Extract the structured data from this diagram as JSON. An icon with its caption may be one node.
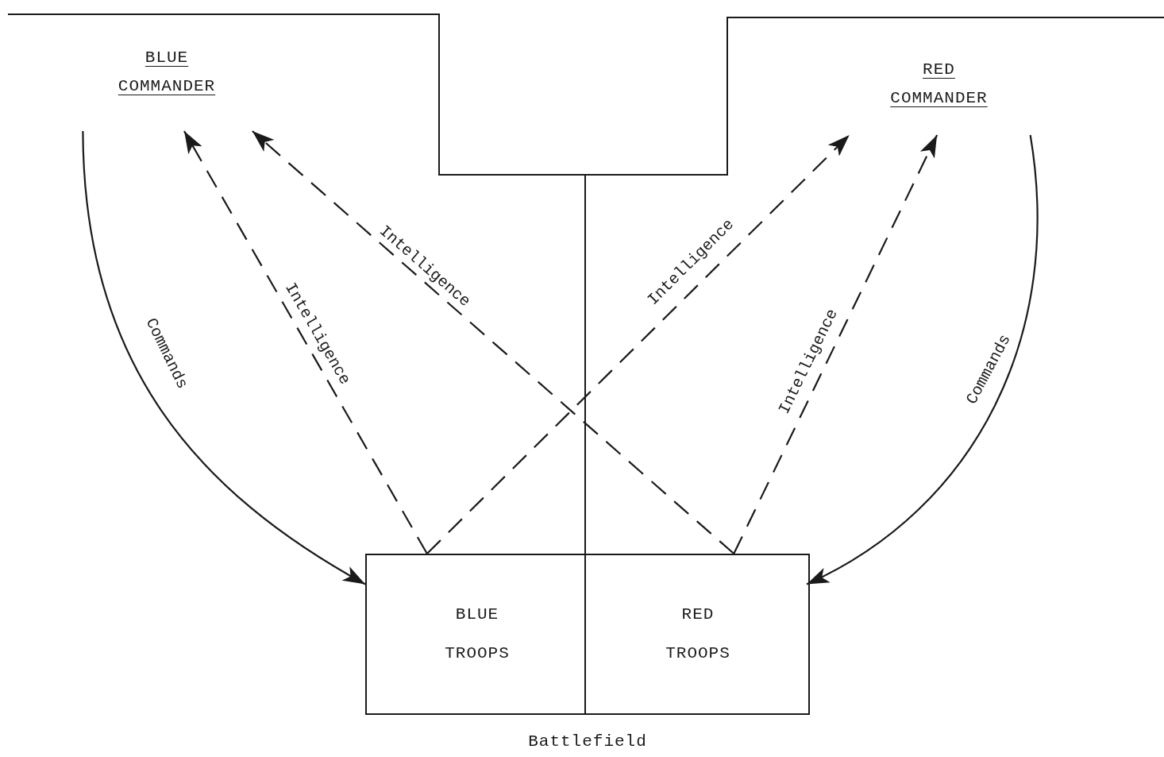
{
  "diagram": {
    "nodes": [
      {
        "text": [
          "BLUE COMMANDER"
        ]
      },
      {
        "text": [
          "RED COMMANDER"
        ]
      },
      {
        "text": [
          "Battlefield"
        ]
      },
      {
        "text": [
          "BLUE TROOPS"
        ],
        "in": 2
      },
      {
        "text": [
          "RED TROOPS"
        ],
        "in": 2
      }
    ],
    "edges": [
      {
        "from": 0,
        "to": 3,
        "arrow": "to",
        "label": "Commands"
      },
      {
        "from": 3,
        "to": 0,
        "arrow": "to",
        "label": "Intelligence",
        "style": "dashed"
      },
      {
        "from": 4,
        "to": 0,
        "arrow": "to",
        "label": "Intelligence",
        "style": "dashed"
      },
      {
        "from": 3,
        "to": 1,
        "arrow": "to",
        "label": "Intelligence",
        "style": "dashed"
      },
      {
        "from": 4,
        "to": 1,
        "arrow": "to",
        "label": "Intelligence",
        "style": "dashed"
      },
      {
        "from": 1,
        "to": 4,
        "arrow": "to",
        "label": "Commands"
      }
    ]
  }
}
